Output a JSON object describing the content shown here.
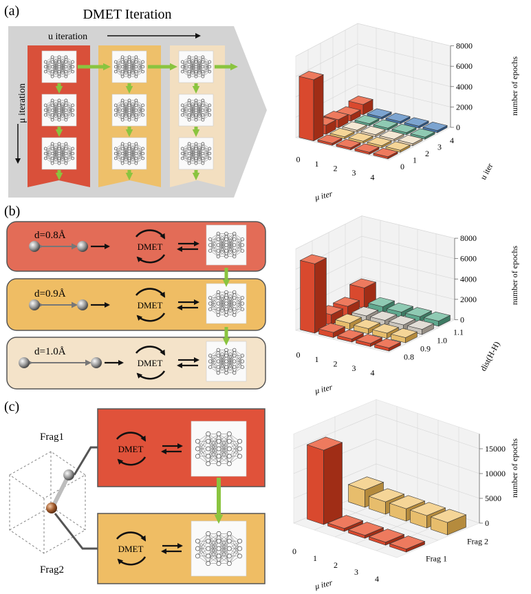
{
  "panels": [
    {
      "letter": "(a)",
      "title": "DMET Iteration",
      "u_label": "u iteration",
      "mu_label": "μ iteration"
    },
    {
      "letter": "(b)",
      "rows": [
        {
          "d_label": "d=0.8Å",
          "dmet": "DMET"
        },
        {
          "d_label": "d=0.9Å",
          "dmet": "DMET"
        },
        {
          "d_label": "d=1.0Å",
          "dmet": "DMET"
        }
      ]
    },
    {
      "letter": "(c)",
      "frag1": "Frag1",
      "frag2": "Frag2",
      "dmet": "DMET"
    }
  ],
  "colors": {
    "red": "#d9503a",
    "orange": "#eec06a",
    "beige": "#f3dfc0",
    "green": "#8ac43f",
    "grey": "#d3d3d3"
  },
  "chart_data": [
    {
      "type": "bar3d",
      "zlabel": "number of epochs",
      "xlabel": "μ iter",
      "ylabel": "u iter",
      "x_ticks": [
        "0",
        "1",
        "2",
        "3",
        "4"
      ],
      "y_ticks": [
        "0",
        "1",
        "2",
        "3",
        "4"
      ],
      "z_ticks": [
        "0",
        "2000",
        "4000",
        "6000",
        "8000"
      ],
      "zlim": [
        0,
        8000
      ],
      "values": [
        [
          6000,
          200,
          200,
          200,
          200
        ],
        [
          900,
          200,
          200,
          200,
          200
        ],
        [
          800,
          200,
          200,
          200,
          200
        ],
        [
          600,
          200,
          200,
          200,
          200
        ],
        [
          1000,
          200,
          200,
          200,
          200
        ]
      ]
    },
    {
      "type": "bar3d",
      "zlabel": "number of epochs",
      "xlabel": "μ iter",
      "ylabel": "dist(H-H)",
      "x_ticks": [
        "0",
        "1",
        "2",
        "3",
        "4"
      ],
      "y_ticks": [
        "0.8",
        "0.9",
        "1.0",
        "1.1"
      ],
      "z_ticks": [
        "0",
        "2000",
        "4000",
        "6000",
        "8000"
      ],
      "zlim": [
        0,
        8000
      ],
      "values": [
        [
          6800,
          500,
          300,
          300,
          300
        ],
        [
          1000,
          600,
          500,
          500,
          500
        ],
        [
          1000,
          500,
          500,
          500,
          500
        ],
        [
          2000,
          600,
          500,
          500,
          500
        ]
      ]
    },
    {
      "type": "bar3d",
      "zlabel": "number of epochs",
      "xlabel": "μ iter",
      "ylabel": "",
      "x_ticks": [
        "0",
        "1",
        "2",
        "3",
        "4"
      ],
      "y_ticks": [
        "Frag 1",
        "Frag 2"
      ],
      "z_ticks": [
        "0",
        "5000",
        "10000",
        "15000"
      ],
      "zlim": [
        0,
        18000
      ],
      "values": [
        [
          15000,
          600,
          600,
          600,
          600
        ],
        [
          3500,
          2500,
          2500,
          2500,
          2500
        ]
      ]
    }
  ]
}
